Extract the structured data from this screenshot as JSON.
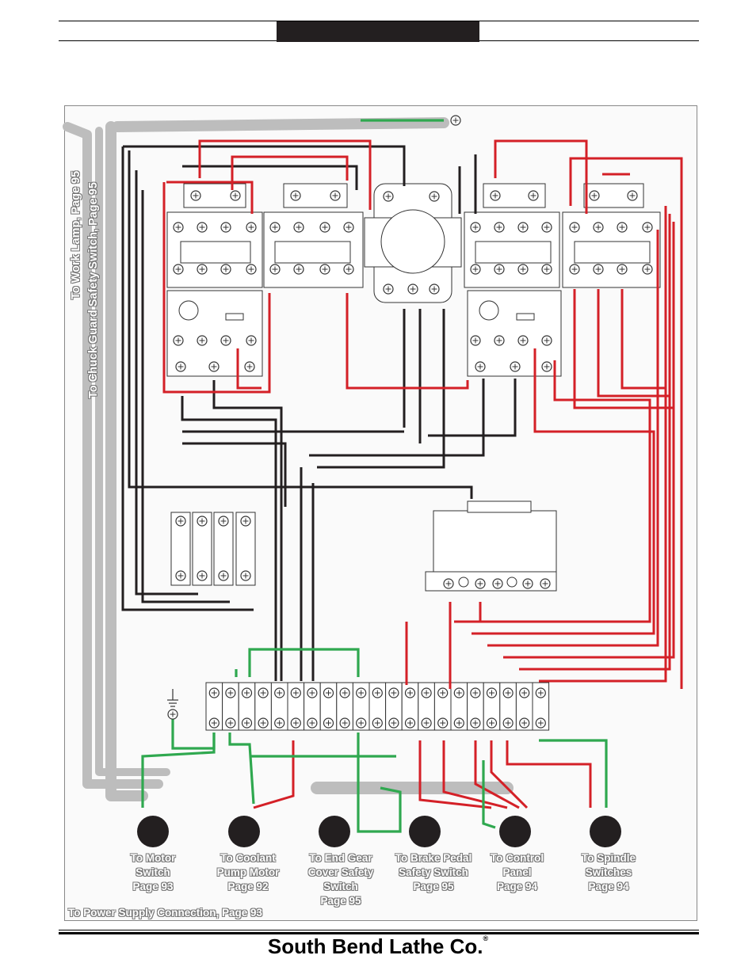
{
  "page": {
    "brand": "South Bend Lathe Co.",
    "brand_mark": "®"
  },
  "labels": {
    "work_lamp": "To Work Lamp, Page 95",
    "chuck_guard": "To Chuck Guard Safety Switch, Page 95",
    "power_supply": "To Power Supply Connection, Page 93",
    "motor_switch": "To Motor\nSwitch\nPage 93",
    "coolant_pump": "To Coolant\nPump Motor\nPage 92",
    "end_gear": "To End Gear\nCover Safety\nSwitch\nPage 95",
    "brake_pedal": "To Brake Pedal\nSafety Switch\nPage 95",
    "control_panel": "To Control\nPanel\nPage 94",
    "spindle_switches": "To Spindle\nSwitches\nPage 94"
  },
  "colors": {
    "red_wire": "#d42027",
    "green_wire": "#2fa84f",
    "black_wire": "#231f20",
    "gray_conduit": "#bdbdbd",
    "terminal": "#ffffff"
  }
}
